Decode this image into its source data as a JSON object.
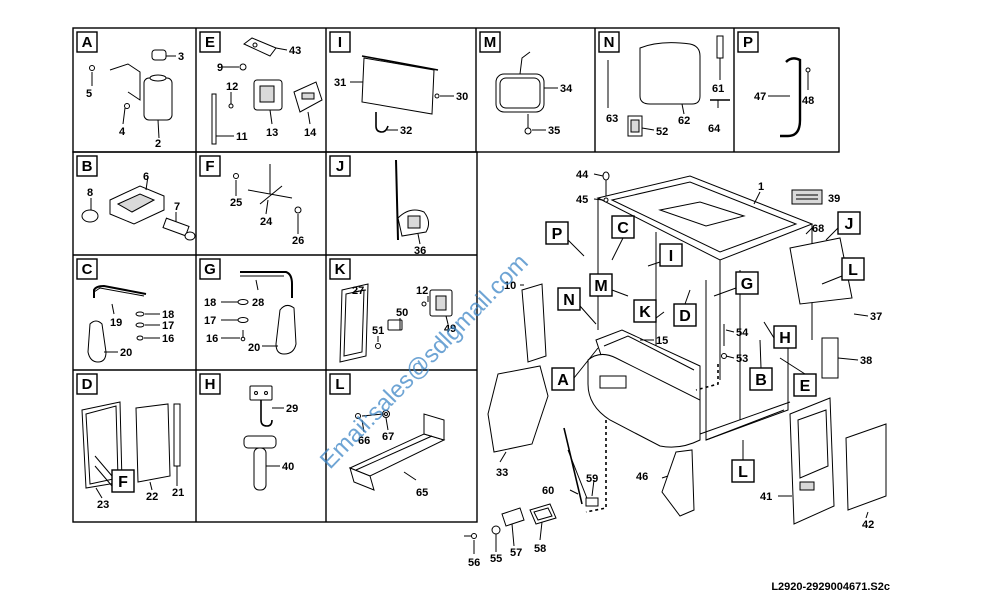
{
  "grid_cells": [
    {
      "letter": "A",
      "labels": [
        "3",
        "5",
        "4",
        "2"
      ]
    },
    {
      "letter": "E",
      "labels": [
        "43",
        "9",
        "12",
        "11",
        "13",
        "14"
      ]
    },
    {
      "letter": "I",
      "labels": [
        "31",
        "30",
        "32"
      ]
    },
    {
      "letter": "M",
      "labels": [
        "34",
        "35"
      ]
    },
    {
      "letter": "N",
      "labels": [
        "61",
        "63",
        "62",
        "64",
        "52"
      ]
    },
    {
      "letter": "P",
      "labels": [
        "47",
        "48"
      ]
    },
    {
      "letter": "B",
      "labels": [
        "6",
        "8",
        "7"
      ]
    },
    {
      "letter": "F",
      "labels": [
        "25",
        "24",
        "26"
      ]
    },
    {
      "letter": "J",
      "labels": [
        "36"
      ]
    },
    {
      "letter": "C",
      "labels": [
        "19",
        "18",
        "17",
        "16",
        "20"
      ]
    },
    {
      "letter": "G",
      "labels": [
        "28",
        "18",
        "17",
        "16",
        "20"
      ]
    },
    {
      "letter": "K",
      "labels": [
        "27",
        "12",
        "50",
        "51",
        "49"
      ]
    },
    {
      "letter": "D",
      "labels": [
        "F",
        "23",
        "22",
        "21"
      ]
    },
    {
      "letter": "H",
      "labels": [
        "29",
        "40"
      ]
    },
    {
      "letter": "L",
      "labels": [
        "66",
        "67",
        "65"
      ]
    }
  ],
  "main_callouts": [
    "P",
    "C",
    "I",
    "G",
    "N",
    "M",
    "K",
    "D",
    "H",
    "A",
    "B",
    "E",
    "J",
    "L",
    "L"
  ],
  "main_labels": [
    "44",
    "45",
    "1",
    "39",
    "68",
    "10",
    "15",
    "37",
    "54",
    "53",
    "38",
    "33",
    "46",
    "60",
    "59",
    "41",
    "42",
    "56",
    "55",
    "57",
    "58"
  ],
  "watermark": "Email:sales@sdlgmail.com",
  "drawing_code": "L2920-2929004671.S2c"
}
